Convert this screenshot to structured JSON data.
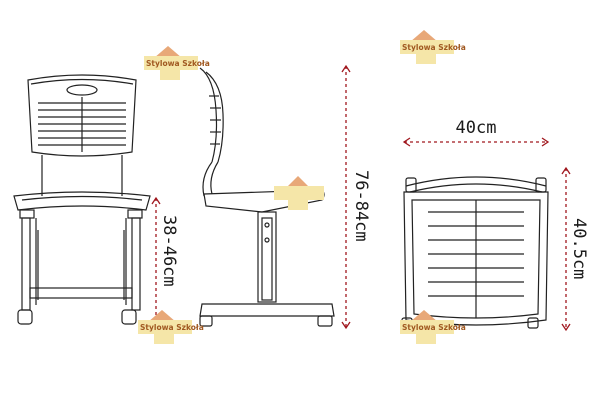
{
  "watermark": {
    "text": "Stylowa Szkoła"
  },
  "dimensions": {
    "seat_height": "38-46cm",
    "total_height": "76-84cm",
    "width": "40cm",
    "depth": "40.5cm"
  },
  "colors": {
    "dimension_line": "#a0171e",
    "drawing": "#222222",
    "watermark_fill": "#f5e6a8",
    "watermark_roof": "#e8a878"
  }
}
